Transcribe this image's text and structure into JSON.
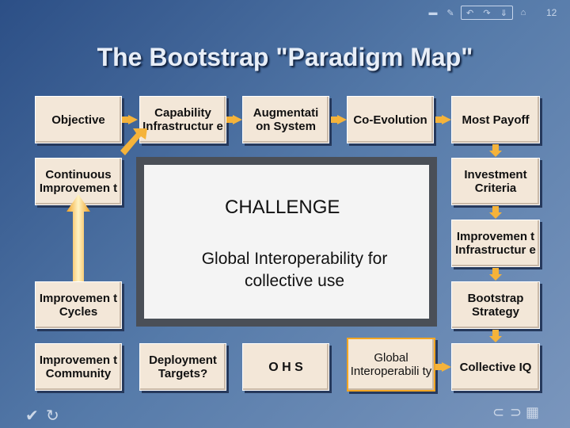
{
  "header": {
    "title": "The Bootstrap \"Paradigm Map\"",
    "page_number": "12"
  },
  "cards": {
    "objective": "Objective",
    "capability": "Capability Infrastructur e",
    "augmentation": "Augmentati on System",
    "coevolution": "Co-Evolution",
    "most_payoff": "Most Payoff",
    "continuous": "Continuous Improvemen t",
    "investment": "Investment Criteria",
    "improvement_infra": "Improvemen t Infrastructur e",
    "improvement_cycles": "Improvemen t Cycles",
    "bootstrap_strategy": "Bootstrap Strategy",
    "improvement_community": "Improvemen t Community",
    "deployment_targets": "Deployment Targets?",
    "ohs": "O H S",
    "global_interop": "Global Interoperabili ty",
    "collective_iq": "Collective IQ"
  },
  "challenge": {
    "title": "CHALLENGE",
    "text": "Global Interoperability for collective use"
  },
  "colors": {
    "accent": "#f5b33a",
    "card_bg": "#f3e7d8",
    "challenge_border": "#4a4f57"
  }
}
